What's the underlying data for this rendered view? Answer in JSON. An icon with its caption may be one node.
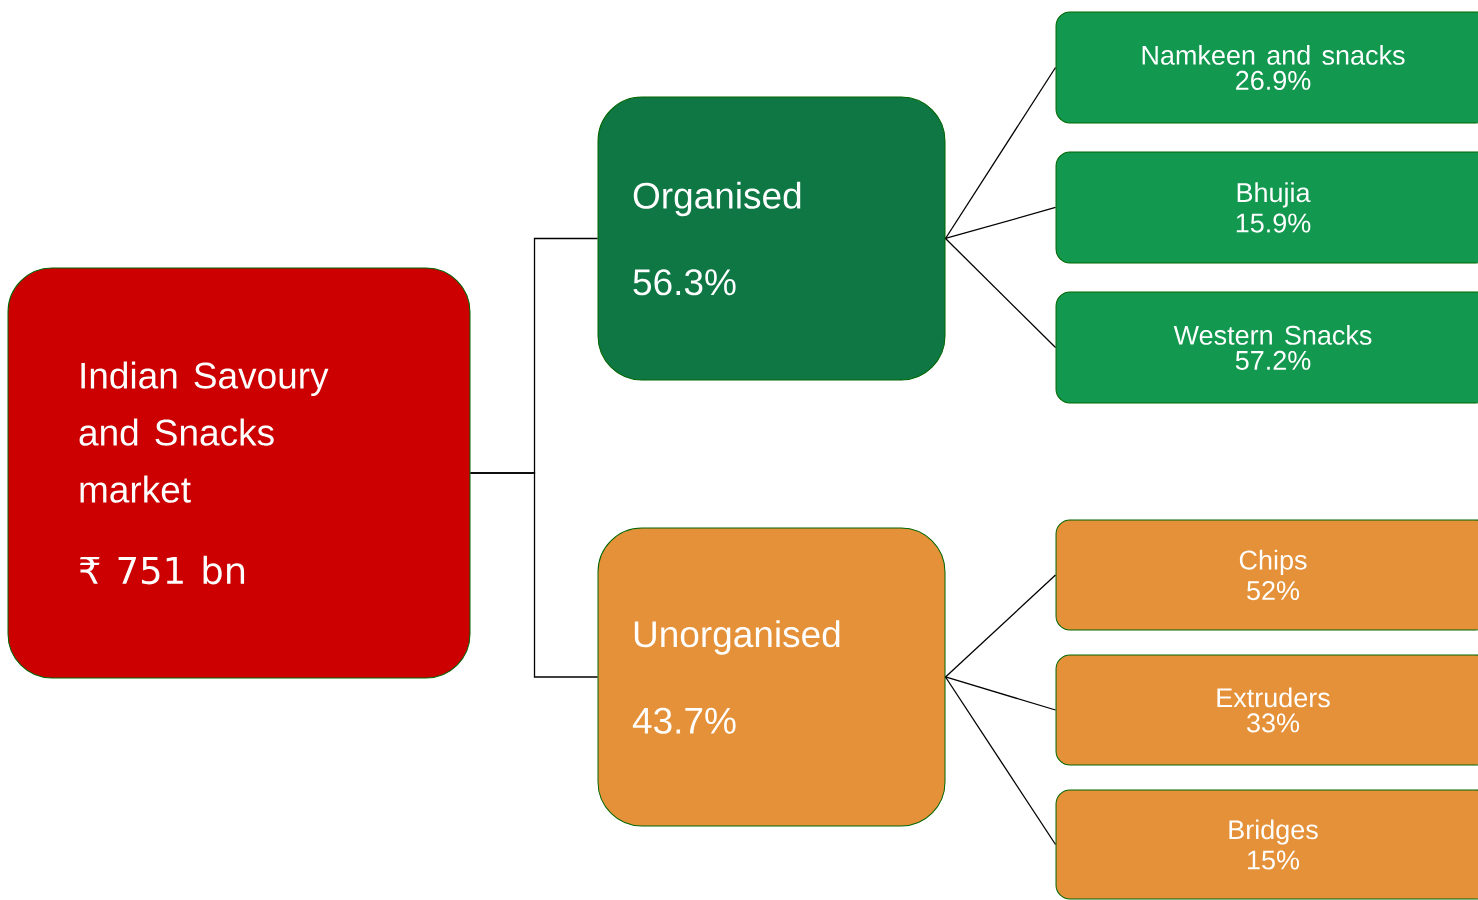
{
  "diagram": {
    "nodes": [
      {
        "text": [
          "Indian Savoury and Snacks market",
          "₹ 751 bn"
        ]
      },
      {
        "text": [
          "Organised",
          "56.3%"
        ]
      },
      {
        "text": [
          "Namkeen and snacks",
          "26.9%"
        ]
      },
      {
        "text": [
          "Bhujia",
          "15.9%"
        ]
      },
      {
        "text": [
          "Western Snacks",
          "57.2%"
        ]
      },
      {
        "text": [
          "Unorganised",
          "43.7%"
        ]
      },
      {
        "text": [
          "Chips",
          "52%"
        ]
      },
      {
        "text": [
          "Extruders",
          "33%"
        ]
      },
      {
        "text": [
          "Bridges",
          "15%"
        ]
      }
    ],
    "edges": [
      {
        "from": 0,
        "to": 1,
        "arrow": "none"
      },
      {
        "from": 0,
        "to": 5,
        "arrow": "none"
      },
      {
        "from": 1,
        "to": 2,
        "arrow": "none"
      },
      {
        "from": 1,
        "to": 3,
        "arrow": "none"
      },
      {
        "from": 1,
        "to": 4,
        "arrow": "none"
      },
      {
        "from": 5,
        "to": 6,
        "arrow": "none"
      },
      {
        "from": 5,
        "to": 7,
        "arrow": "none"
      },
      {
        "from": 5,
        "to": 8,
        "arrow": "none"
      }
    ]
  }
}
